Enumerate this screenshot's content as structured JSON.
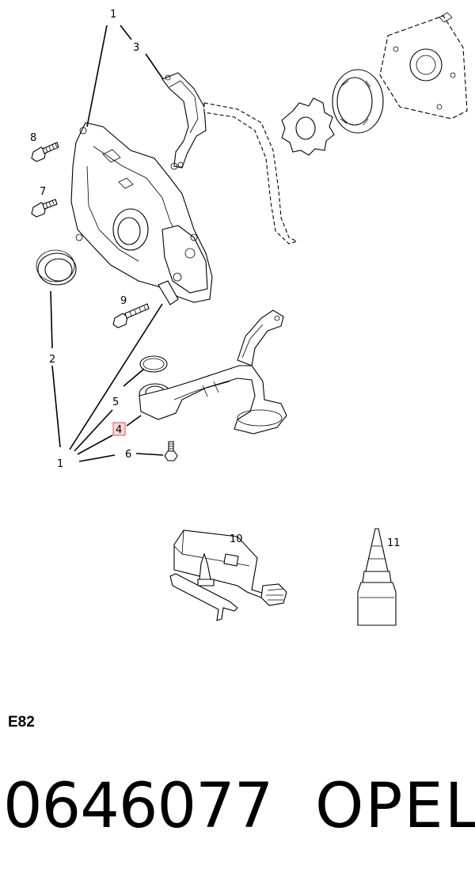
{
  "callouts": {
    "c1_top": "1",
    "c3": "3",
    "c8": "8",
    "c7": "7",
    "c9": "9",
    "c2": "2",
    "c5": "5",
    "c4": "4",
    "c6": "6",
    "c1_bottom": "1",
    "c10": "10",
    "c11": "11"
  },
  "highlight_color": "#f7d9dc",
  "footer": {
    "code": "E82",
    "part_number": "0646077",
    "brand": "OPEL"
  }
}
